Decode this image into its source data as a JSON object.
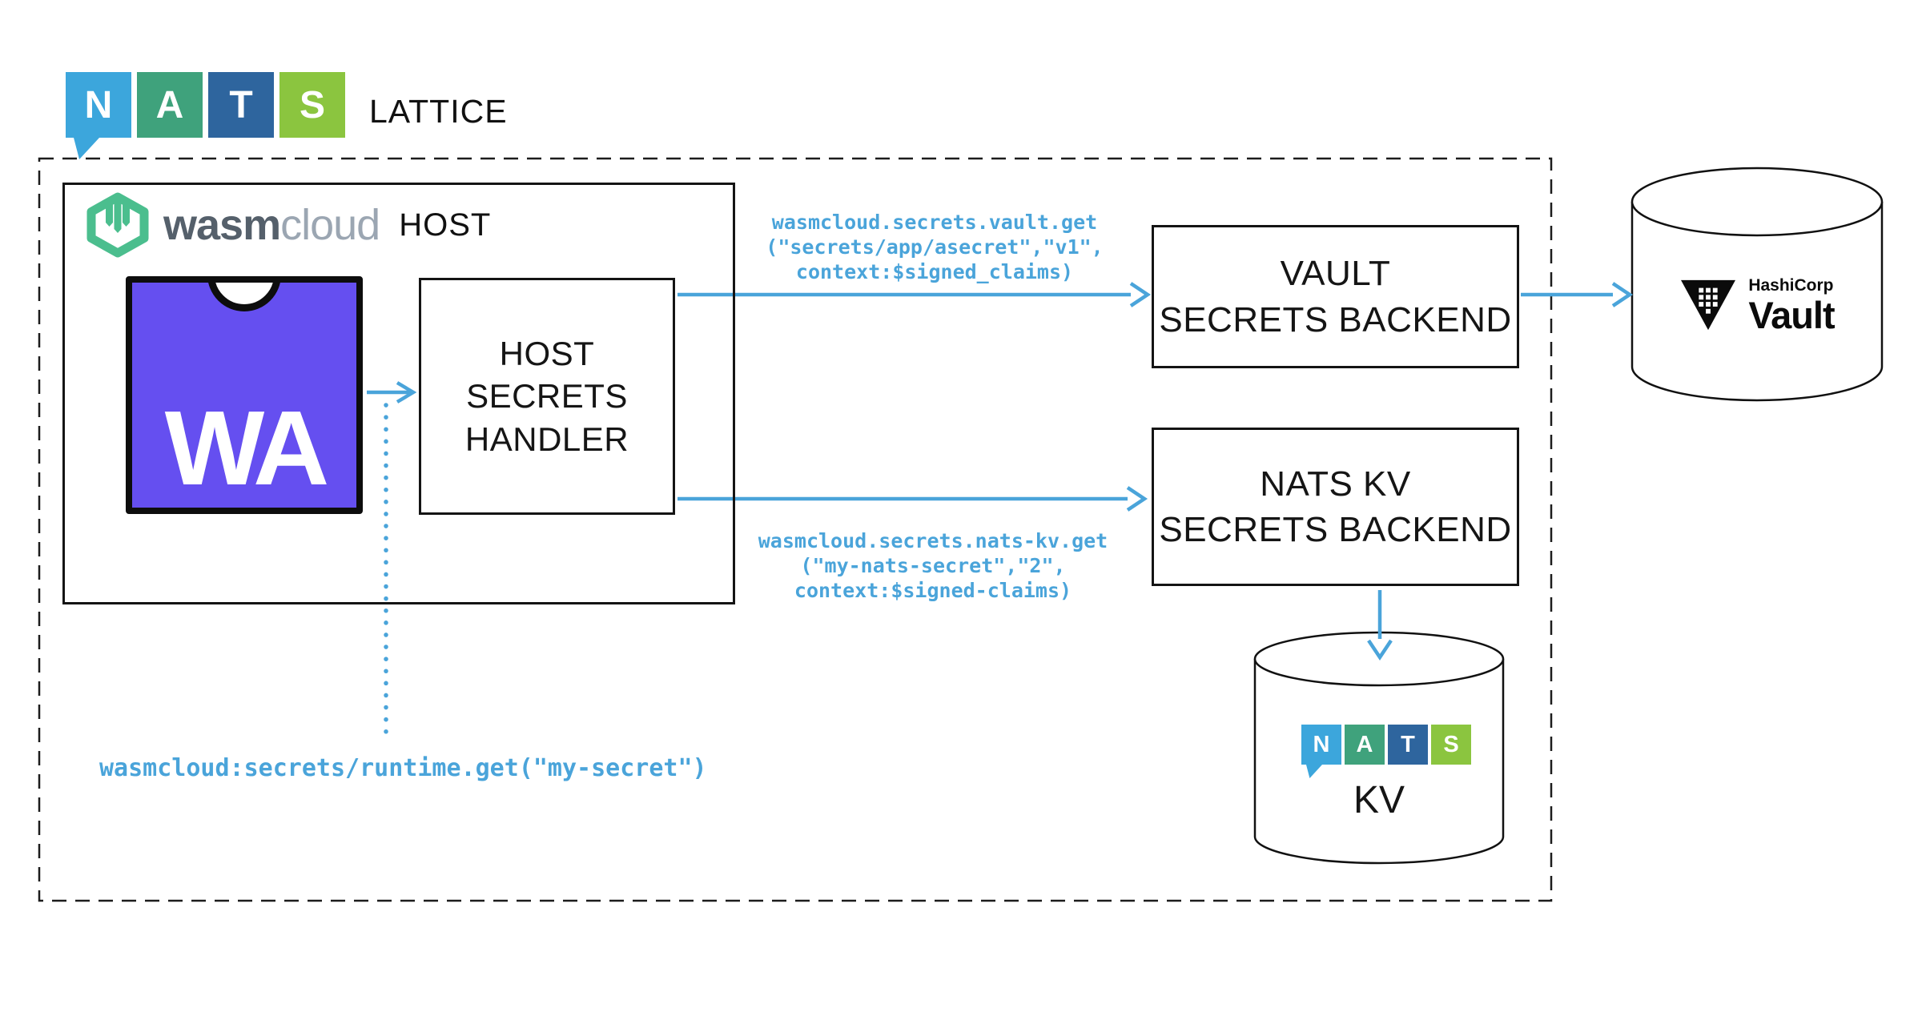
{
  "header": {
    "lattice_label": "LATTICE"
  },
  "nats_logo": {
    "letters": [
      "N",
      "A",
      "T",
      "S"
    ]
  },
  "host": {
    "brand_wasm": "wasm",
    "brand_cloud": "cloud",
    "host_label": "HOST",
    "component_label": "WA",
    "handler_label": "HOST\nSECRETS\nHANDLER"
  },
  "backends": {
    "vault_box_label": "VAULT\nSECRETS BACKEND",
    "nats_kv_box_label": "NATS KV\nSECRETS BACKEND"
  },
  "calls": {
    "vault_get": "wasmcloud.secrets.vault.get\n(\"secrets/app/asecret\",\"v1\",\ncontext:$signed_claims)",
    "nats_kv_get": "wasmcloud.secrets.nats-kv.get\n(\"my-nats-secret\",\"2\",\ncontext:$signed-claims)",
    "runtime_get": "wasmcloud:secrets/runtime.get(\"my-secret\")"
  },
  "stores": {
    "vault": {
      "brand": "HashiCorp",
      "name": "Vault"
    },
    "nats_kv": {
      "label": "KV"
    }
  },
  "icons": {
    "wasmcloud-hexagon-icon": "green hexagon with trident prongs",
    "wa-notch": "webassembly top notch",
    "vault-triangle-icon": "black down-triangle with white dot grid",
    "nats-speech-tail": "speech bubble tail under N block"
  },
  "colors": {
    "accent_blue": "#4AA4DA",
    "wasm_purple": "#654FF0",
    "wasmcloud_green": "#4BBE8E",
    "nats_n_blue": "#3CA6DC",
    "nats_a_green": "#3FA27C",
    "nats_t_blue": "#2E659E",
    "nats_s_lime": "#8BC53F",
    "line_black": "#141414"
  }
}
